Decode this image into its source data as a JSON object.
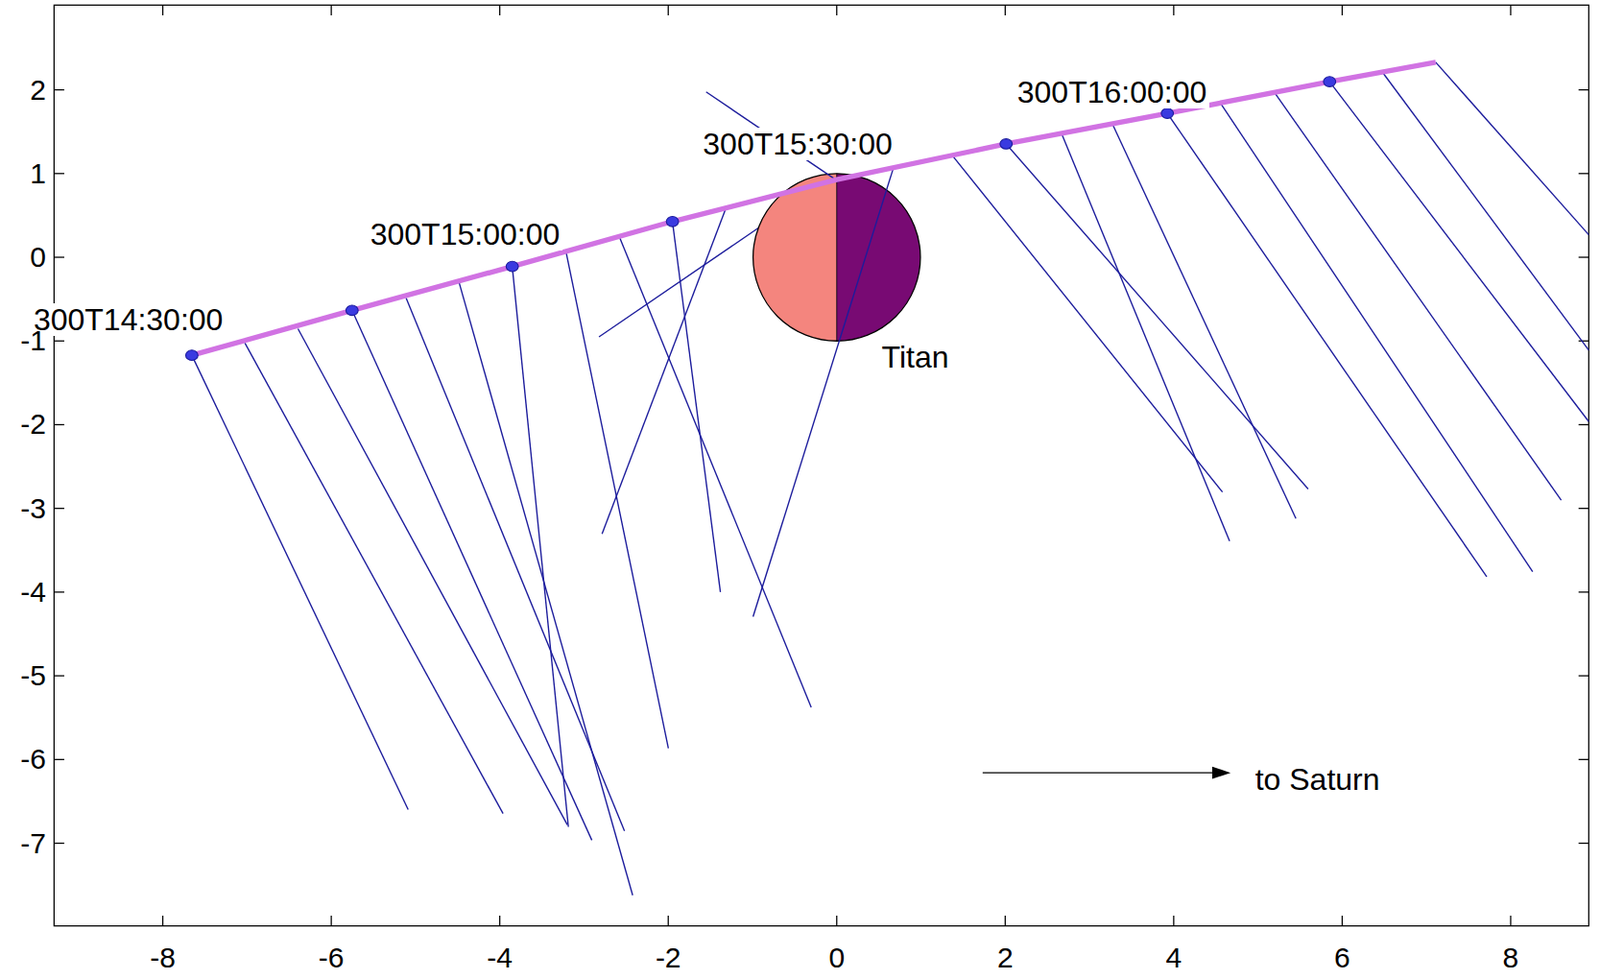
{
  "diagram": {
    "labels": [
      "300T14:30:00",
      "300T15:00:00",
      "300T15:30:00",
      "300T16:00:00",
      "Titan",
      "to Saturn",
      "2",
      "1",
      "0",
      "-1",
      "-2",
      "-3",
      "-4",
      "-5",
      "-6",
      "-7",
      "-8",
      "-6",
      "-4",
      "-2",
      "0",
      "2",
      "4",
      "6",
      "8"
    ]
  }
}
